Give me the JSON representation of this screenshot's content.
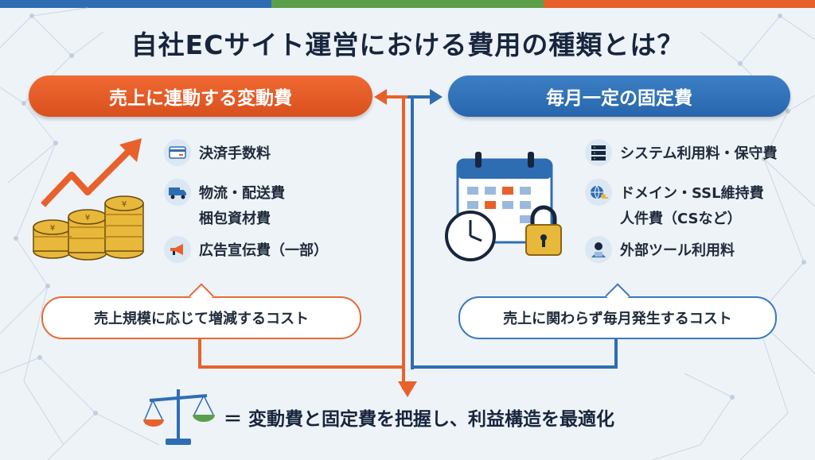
{
  "title": "自社ECサイト運営における費用の種類とは？",
  "colors": {
    "orange": "#e8612b",
    "blue": "#2f6db3",
    "green": "#5aa04a",
    "navy": "#17253d"
  },
  "left": {
    "header": "売上に連動する変動費",
    "items": [
      {
        "label": "決済手数料",
        "icon": "credit-card-icon"
      },
      {
        "label": "物流・配送費",
        "icon": "delivery-truck-icon"
      },
      {
        "label": "梱包資材費",
        "icon": ""
      },
      {
        "label": "広告宣伝費（一部）",
        "icon": "megaphone-icon"
      }
    ],
    "note": "売上規模に応じて増減するコスト"
  },
  "right": {
    "header": "毎月一定の固定費",
    "items": [
      {
        "label": "システム利用料・保守費",
        "icon": "server-icon"
      },
      {
        "label": "ドメイン・SSL維持費",
        "icon": "globe-key-icon"
      },
      {
        "label": "人件費（CSなど）",
        "icon": ""
      },
      {
        "label": "外部ツール利用料",
        "icon": "operator-icon"
      }
    ],
    "note": "売上に関わらず毎月発生するコスト"
  },
  "conclusion": "＝ 変動費と固定費を把握し、利益構造を最適化"
}
